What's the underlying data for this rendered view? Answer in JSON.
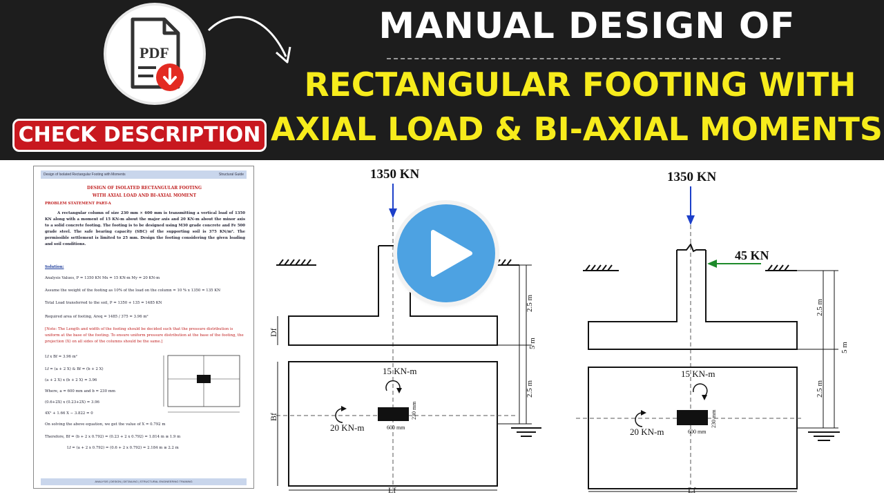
{
  "banner": {
    "title_line1": "MANUAL DESIGN OF",
    "title_line2": "RECTANGULAR FOOTING WITH",
    "title_line3": "AXIAL LOAD & BI-AXIAL MOMENTS",
    "pdf_label": "PDF",
    "check_button": "CHECK DESCRIPTION",
    "colors": {
      "background": "#1d1d1d",
      "title": "#ffffff",
      "highlight": "#f7ec1c",
      "button": "#c8181f"
    }
  },
  "document": {
    "header_left": "Design of Isolated Rectangular Footing with Moments",
    "header_right": "Structural Guide",
    "heading1": "DESIGN OF ISOLATED RECTANGULAR FOOTING",
    "heading2": "WITH AXIAL LOAD AND BI-AXIAL MOMENT",
    "problem_title": "PROBLEM STATEMENT PART-A",
    "problem_text": "A rectangular column of size 230 mm × 600 mm is transmitting a vertical load of 1350 KN along with a moment of 15 KN-m about the major axis and 20 KN-m about the minor axis to a solid concrete footing. The footing is to be designed using M30 grade concrete and Fe 500 grade steel. The safe bearing capacity (SBC) of the supporting soil is 375 KN/m². The permissible settlement is limited to 25 mm. Design the footing considering the given loading and soil conditions.",
    "solution_title": "Solution:",
    "line_analysis": "Analysis Values, P = 1350 KN          Mx = 15 KN-m          My = 20 KN-m",
    "line_weight": "Assume the weight of the footing as 10% of the load on the column = 10 % x 1350 = 135 KN",
    "line_total": "Total Load transferred to the soil, P = 1350 + 135 = 1485 KN",
    "line_area": "Required area of footing, Areq = 1485 / 375 = 3.96 m²",
    "note": "[Note: The Length and width of the footing should be decided such that the pressure distribution is uniform at the base of the footing. To ensure uniform pressure distribution at the base of the footing, the projection (X) on all sides of the columns should be the same.]",
    "eq1": "Lf x Bf = 3.96 m²",
    "eq2": "Lf = (a + 2 X)  &  Bf = (b + 2 X)",
    "eq3": "(a + 2 X) x (b + 2 X) = 3.96",
    "eq4": "Where, a = 600 mm  and  b = 230 mm",
    "eq5": "(0.6+2X) x (0.23+2X) = 3.96",
    "eq6": "4X² + 1.66 X − 3.822 = 0",
    "eq7": "On solving the above equation, we get the value of X = 0.792 m",
    "eq8": "Therefore, Bf = (b + 2 x 0.792) = (0.23 + 2 x 0.792) = 1.814 m ≅ 1.9 m",
    "eq9": "Lf = (a + 2 x 0.792) = (0.6 + 2 x 0.792) = 2.184 m ≅ 2.2 m",
    "footer": "ANALYSIS | DESIGN | DETAILING | STRUCTURAL ENGINEERING TRAINING"
  },
  "diagram_left": {
    "load": "1350 KN",
    "moment_x": "15 KN-m",
    "moment_y": "20 KN-m",
    "dim_top": "2.5 m",
    "dim_bottom": "2.5 m",
    "dim_total": "5 m",
    "depth_label": "Df",
    "width_label": "Bf",
    "length_label": "Lf",
    "col_w": "600 mm",
    "col_h": "230 mm"
  },
  "diagram_right": {
    "load": "1350 KN",
    "horizontal_load": "45 KN",
    "moment_x": "15 KN-m",
    "moment_y": "20 KN-m",
    "dim_top": "2.5 m",
    "dim_bottom": "2.5 m",
    "dim_total": "5 m",
    "length_label": "Lf",
    "col_w": "600 mm",
    "col_h": "230 mm"
  }
}
